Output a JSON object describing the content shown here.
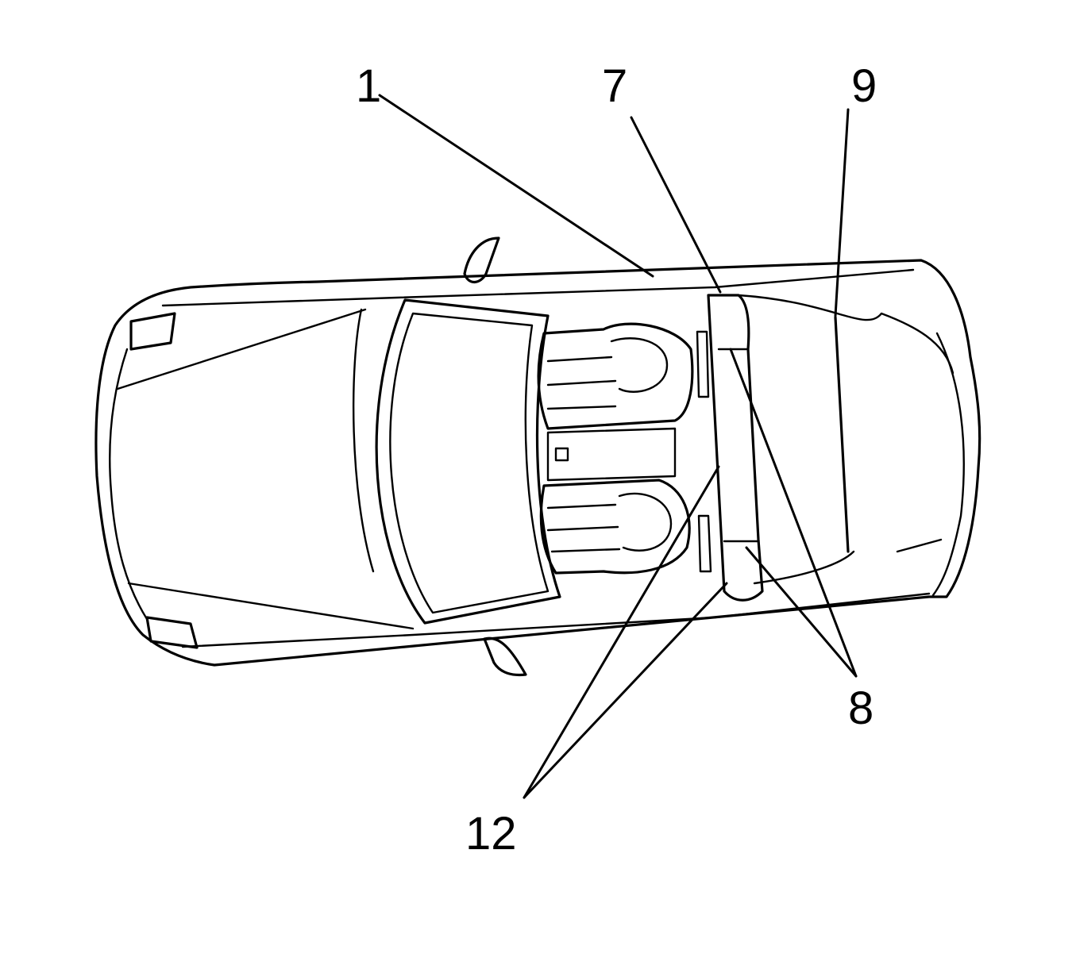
{
  "diagram": {
    "subject": "convertible-car-top-view",
    "line_color": "#000000",
    "background_color": "#ffffff"
  },
  "callouts": {
    "c1": "1",
    "c7": "7",
    "c9": "9",
    "c8": "8",
    "c12": "12"
  }
}
